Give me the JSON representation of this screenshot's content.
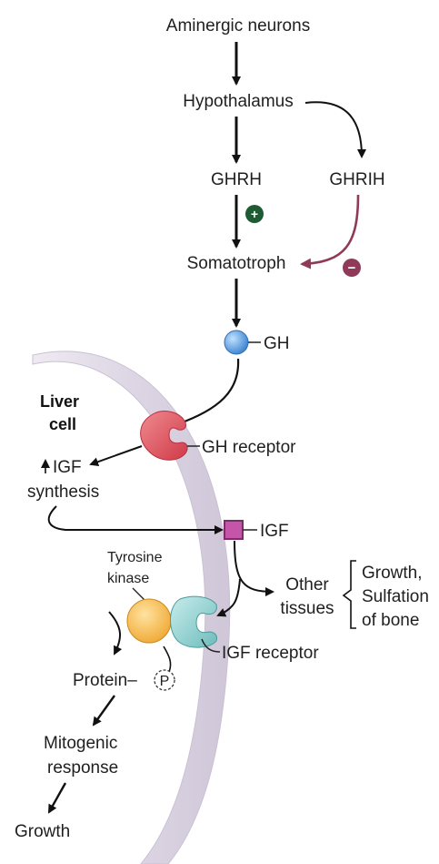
{
  "labels": {
    "aminergic": "Aminergic neurons",
    "hypothalamus": "Hypothalamus",
    "ghrh": "GHRH",
    "ghrih": "GHRIH",
    "somatotroph": "Somatotroph",
    "gh": "GH",
    "liver_cell_line1": "Liver",
    "liver_cell_line2": "cell",
    "gh_receptor": "GH receptor",
    "igf_synthesis_line1": "IGF",
    "igf_synthesis_line2": "synthesis",
    "igf": "IGF",
    "tyrosine_kinase_line1": "Tyrosine",
    "tyrosine_kinase_line2": "kinase",
    "other_tissues_line1": "Other",
    "other_tissues_line2": "tissues",
    "effects_line1": "Growth,",
    "effects_line2": "Sulfation",
    "effects_line3": "of bone",
    "igf_receptor": "IGF receptor",
    "protein": "Protein–",
    "phosphate": "P",
    "mitogenic_line1": "Mitogenic",
    "mitogenic_line2": "response",
    "growth": "Growth"
  },
  "signs": {
    "stimulate": "+",
    "inhibit": "−"
  },
  "colors": {
    "stimulate": "#1e5a32",
    "inhibit": "#8e3a58",
    "membrane": "#e2dce8",
    "gh_ball": "#4a90d9",
    "gh_receptor": "#e0505a",
    "igf_square": "#c455a8",
    "tyrosine_kinase": "#f3b23e",
    "igf_receptor": "#8fcfcf"
  }
}
